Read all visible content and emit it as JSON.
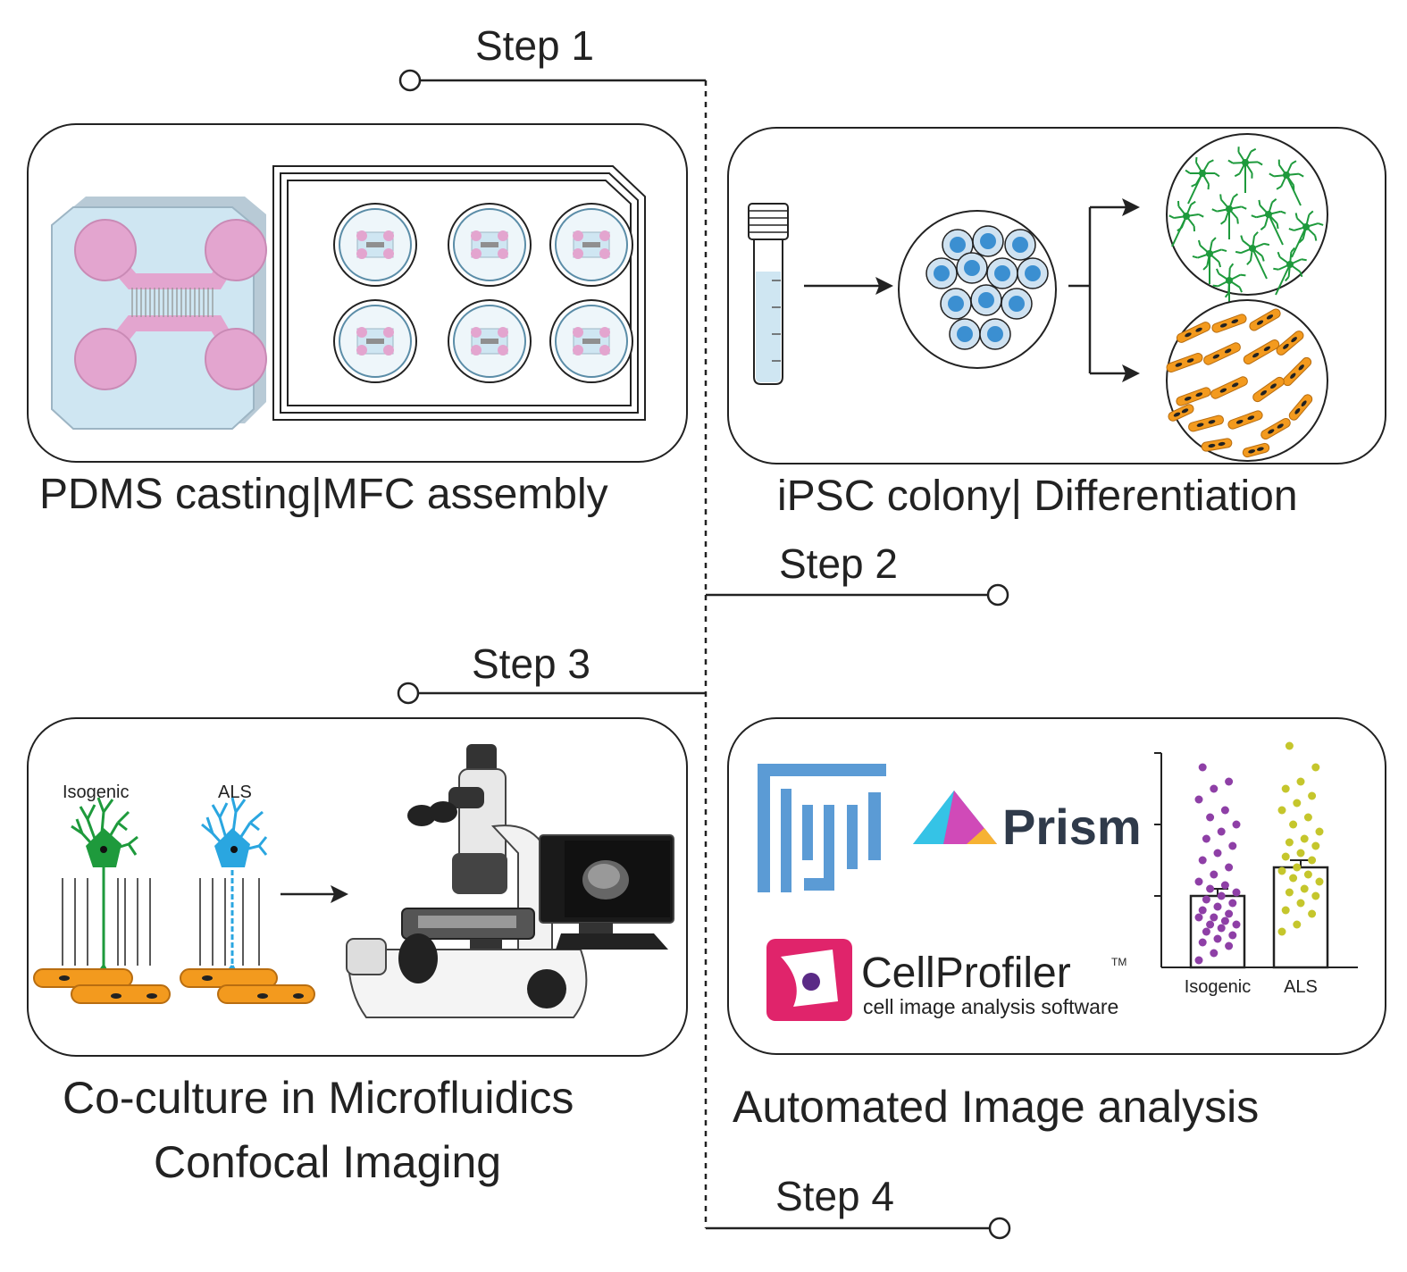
{
  "steps": {
    "step1": "Step 1",
    "step2": "Step 2",
    "step3": "Step 3",
    "step4": "Step 4"
  },
  "captions": {
    "panel1": "PDMS casting|MFC assembly",
    "panel2": "iPSC colony| Differentiation",
    "panel3_line1": "Co-culture in Microfluidics",
    "panel3_line2": "Confocal Imaging",
    "panel4": "Automated Image analysis"
  },
  "panel3": {
    "isogenic_label": "Isogenic",
    "als_label": "ALS"
  },
  "panel4": {
    "prism_label": "Prism",
    "cellprofiler_name": "CellProfiler",
    "cellprofiler_tm": "TM",
    "cellprofiler_tagline": "cell image analysis software",
    "chart_x_isogenic": "Isogenic",
    "chart_x_als": "ALS"
  },
  "colors": {
    "line": "#222222",
    "pdms_pink": "#e3a5cf",
    "pdms_blue": "#cfe6f2",
    "neuron_green": "#1e9a3c",
    "neuron_blue": "#2aa6e0",
    "muscle_orange": "#f39a1e",
    "ipsc_blue": "#3b8fd1",
    "fiji_blue": "#5b9bd5",
    "isogenic_purple": "#8e3fa6",
    "als_olive": "#c5c62c",
    "cellprofiler_pink": "#e0246b"
  },
  "chart_data": {
    "type": "bar",
    "categories": [
      "Isogenic",
      "ALS"
    ],
    "values": [
      1.0,
      1.4
    ],
    "error": [
      0.1,
      0.1
    ],
    "ylim": [
      0,
      3
    ],
    "title": "",
    "xlabel": "",
    "ylabel": "",
    "point_colors": [
      "#8e3fa6",
      "#c5c62c"
    ],
    "points": [
      [
        0.1,
        0.2,
        0.3,
        0.35,
        0.4,
        0.45,
        0.5,
        0.55,
        0.6,
        0.6,
        0.65,
        0.7,
        0.7,
        0.75,
        0.8,
        0.85,
        0.9,
        0.95,
        1.0,
        1.05,
        1.1,
        1.15,
        1.2,
        1.3,
        1.4,
        1.5,
        1.6,
        1.7,
        1.8,
        1.9,
        2.0,
        2.1,
        2.2,
        2.35,
        2.5,
        2.6,
        2.8
      ],
      [
        0.5,
        0.6,
        0.75,
        0.8,
        0.9,
        1.0,
        1.05,
        1.1,
        1.2,
        1.25,
        1.3,
        1.35,
        1.4,
        1.5,
        1.55,
        1.6,
        1.7,
        1.75,
        1.8,
        1.9,
        2.0,
        2.1,
        2.2,
        2.3,
        2.4,
        2.5,
        2.6,
        2.8,
        3.1
      ]
    ]
  }
}
